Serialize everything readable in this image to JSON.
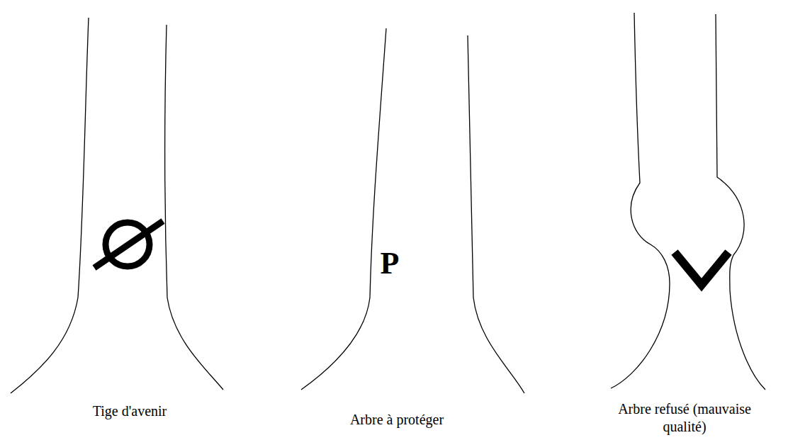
{
  "diagram": {
    "labels": [
      "P",
      "Tige d'avenir",
      "Arbre à protéger",
      "Arbre refusé (mauvaise qualité)"
    ]
  }
}
